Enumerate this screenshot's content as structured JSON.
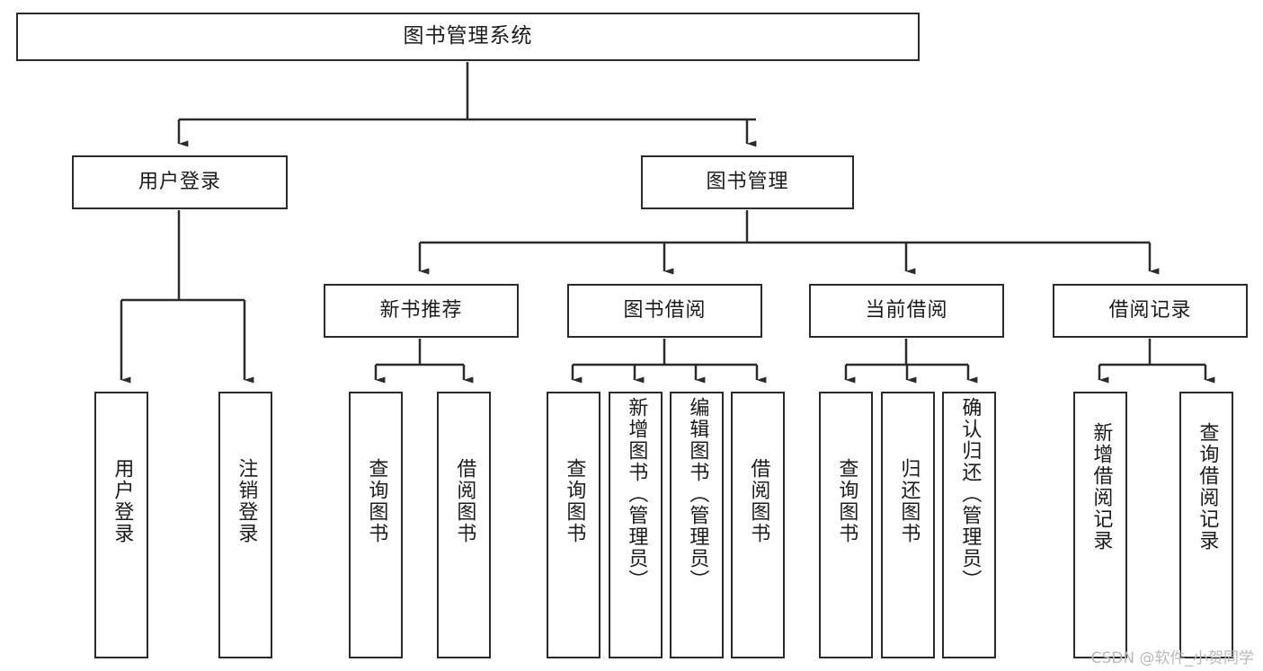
{
  "diagram": {
    "type": "tree",
    "title": "图书管理系统",
    "orientation": "top-down",
    "colors": {
      "background": "#ffffff",
      "node_border": "#2b2b2b",
      "node_fill": "#ffffff",
      "edge": "#2b2b2b",
      "text": "#1c1c1c",
      "watermark": "#b9b9b9"
    },
    "nodes": {
      "root": {
        "label": "图书管理系统"
      },
      "level1": [
        {
          "id": "user-login",
          "label": "用户登录"
        },
        {
          "id": "book-manage",
          "label": "图书管理"
        }
      ],
      "level2": [
        {
          "id": "new-book-recommend",
          "label": "新书推荐"
        },
        {
          "id": "book-borrow",
          "label": "图书借阅"
        },
        {
          "id": "current-borrow",
          "label": "当前借阅"
        },
        {
          "id": "borrow-record",
          "label": "借阅记录"
        }
      ],
      "leaves": {
        "user_login": [
          {
            "id": "leaf-user-login",
            "label": "用户登录"
          },
          {
            "id": "leaf-logout-login",
            "label": "注销登录"
          }
        ],
        "new_book_recommend": [
          {
            "id": "leaf-query-book-1",
            "label": "查询图书"
          },
          {
            "id": "leaf-borrow-book-1",
            "label": "借阅图书"
          }
        ],
        "book_borrow": [
          {
            "id": "leaf-query-book-2",
            "label": "查询图书"
          },
          {
            "id": "leaf-add-book",
            "label": "新增图书（管理员）"
          },
          {
            "id": "leaf-edit-book",
            "label": "编辑图书（管理员）"
          },
          {
            "id": "leaf-borrow-book-2",
            "label": "借阅图书"
          }
        ],
        "current_borrow": [
          {
            "id": "leaf-query-book-3",
            "label": "查询图书"
          },
          {
            "id": "leaf-return-book",
            "label": "归还图书"
          },
          {
            "id": "leaf-confirm-return",
            "label": "确认归还（管理员）"
          }
        ],
        "borrow_record": [
          {
            "id": "leaf-add-record",
            "label": "新增借阅记录"
          },
          {
            "id": "leaf-query-record",
            "label": "查询借阅记录"
          }
        ]
      }
    }
  },
  "watermark": {
    "text": "CSDN @软件_小贺同学"
  }
}
